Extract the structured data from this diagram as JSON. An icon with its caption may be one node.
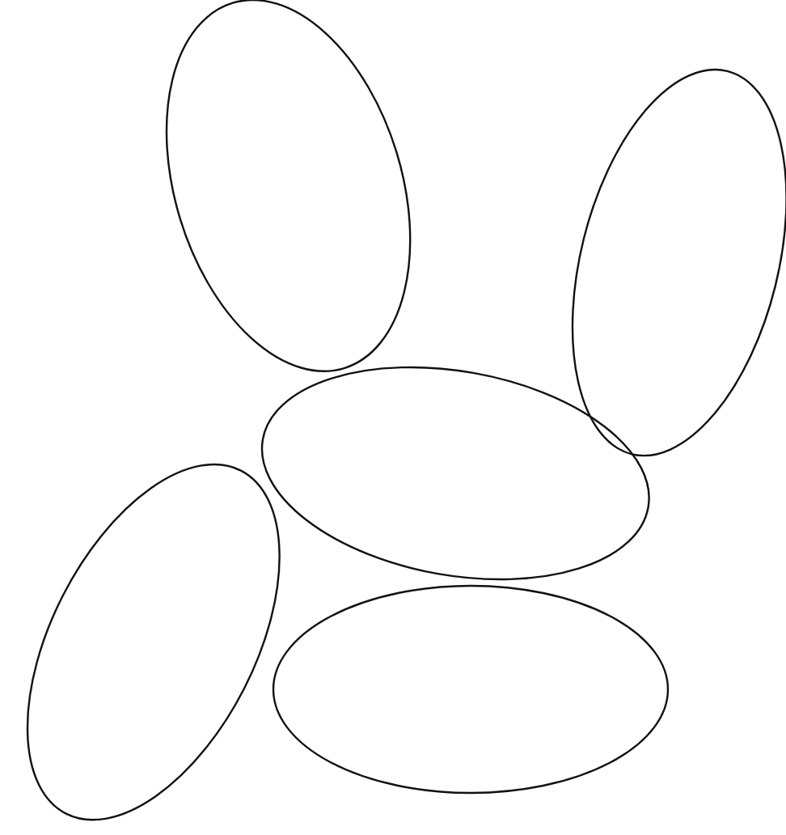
{
  "diagram": {
    "nodes": [
      {
        "text": [],
        "shape": "ellipse"
      },
      {
        "text": [],
        "shape": "ellipse"
      },
      {
        "text": [],
        "shape": "ellipse"
      },
      {
        "text": [],
        "shape": "ellipse"
      },
      {
        "text": [],
        "shape": "ellipse"
      }
    ]
  }
}
